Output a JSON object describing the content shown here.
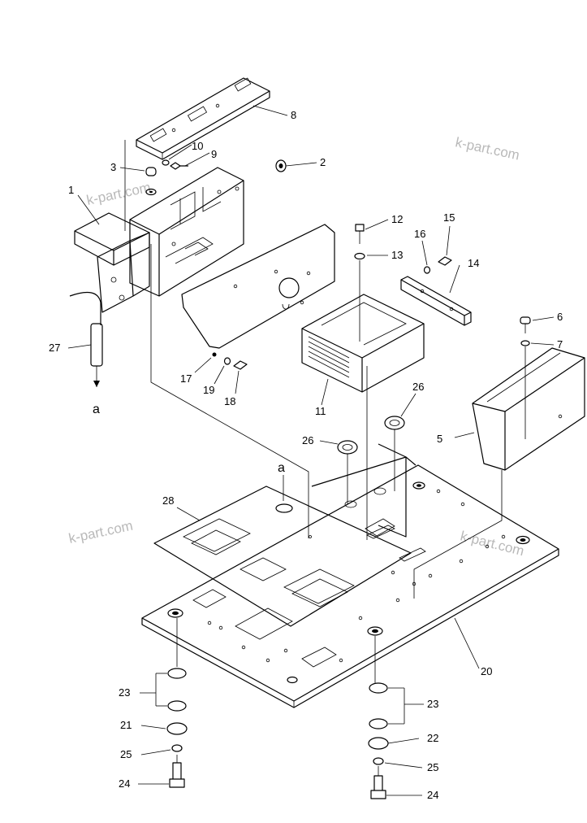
{
  "diagram": {
    "watermark": "k-part.com",
    "reference_letter": "a",
    "callouts": [
      "1",
      "2",
      "3",
      "5",
      "6",
      "7",
      "8",
      "9",
      "10",
      "11",
      "12",
      "13",
      "14",
      "15",
      "16",
      "17",
      "18",
      "19",
      "20",
      "21",
      "22",
      "23",
      "24",
      "25",
      "26",
      "27",
      "28"
    ]
  },
  "colors": {
    "line": "#000000",
    "background": "#ffffff",
    "watermark": "#b9b9b9"
  }
}
